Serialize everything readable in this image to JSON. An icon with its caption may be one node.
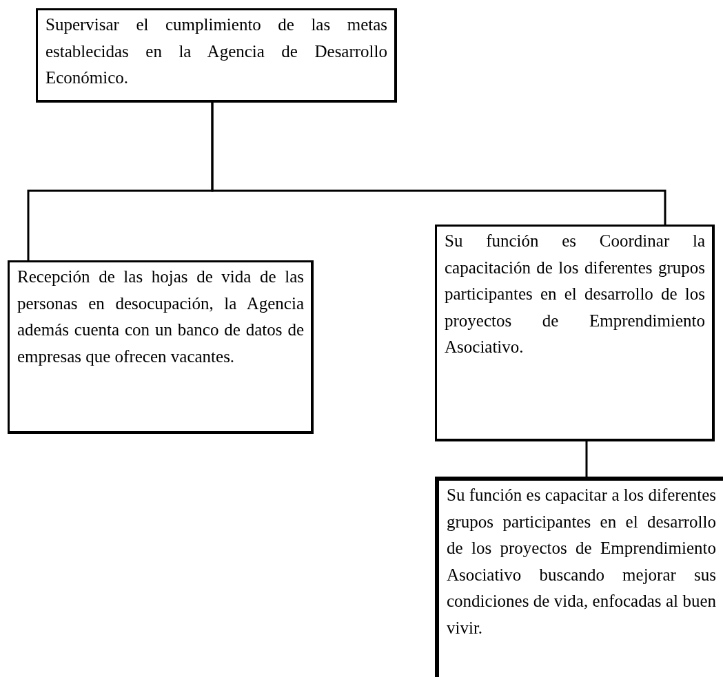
{
  "diagram": {
    "nodes": [
      {
        "text": [
          "Supervisar el cumplimiento de las metas establecidas en la Agencia de Desarrollo Económico."
        ]
      },
      {
        "text": [
          "Recepción de  las hojas de vida de las personas en desocupación, la Agencia además cuenta con un banco de datos de empresas que ofrecen vacantes."
        ]
      },
      {
        "text": [
          "Su función es Coordinar la capacitación de  los diferentes grupos participantes en el desarrollo de los proyectos de Emprendimiento Asociativo."
        ]
      },
      {
        "text": [
          "Su función es capacitar a los diferentes grupos participantes en el desarrollo de los proyectos de Emprendimiento Asociativo buscando mejorar sus condiciones de vida, enfocadas al buen vivir."
        ]
      }
    ],
    "edges": [
      {
        "from": 0,
        "to": 1,
        "arrow": "none"
      },
      {
        "from": 0,
        "to": 2,
        "arrow": "none"
      },
      {
        "from": 2,
        "to": 3,
        "arrow": "none"
      }
    ]
  }
}
